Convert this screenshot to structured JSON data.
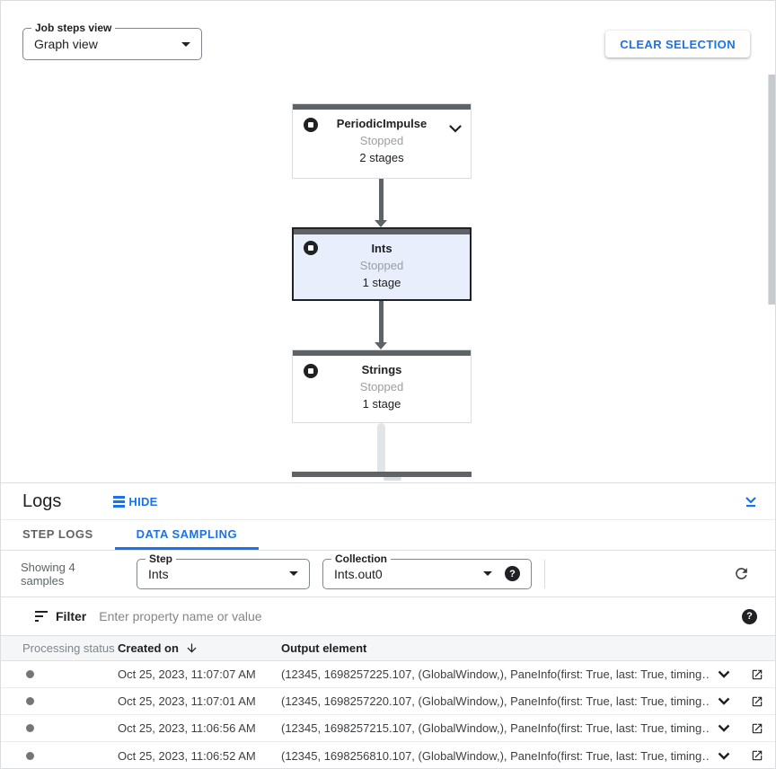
{
  "graph": {
    "view_select": {
      "label": "Job steps view",
      "value": "Graph view"
    },
    "clear_selection_label": "CLEAR SELECTION",
    "nodes": [
      {
        "title": "PeriodicImpulse",
        "status": "Stopped",
        "stages": "2 stages"
      },
      {
        "title": "Ints",
        "status": "Stopped",
        "stages": "1 stage"
      },
      {
        "title": "Strings",
        "status": "Stopped",
        "stages": "1 stage"
      }
    ]
  },
  "logs": {
    "title": "Logs",
    "hide_label": "HIDE",
    "tabs": {
      "step_logs": "STEP LOGS",
      "data_sampling": "DATA SAMPLING"
    },
    "toolbar": {
      "showing": "Showing 4 samples",
      "step_label": "Step",
      "step_value": "Ints",
      "collection_label": "Collection",
      "collection_value": "Ints.out0"
    },
    "filter": {
      "label": "Filter",
      "placeholder": "Enter property name or value"
    },
    "table": {
      "col_status": "Processing status",
      "col_created": "Created on",
      "col_output": "Output element",
      "rows": [
        {
          "created": "Oct 25, 2023, 11:07:07 AM",
          "output": "(12345, 1698257225.107, (GlobalWindow,), PaneInfo(first: True, last: True, timing…"
        },
        {
          "created": "Oct 25, 2023, 11:07:01 AM",
          "output": "(12345, 1698257220.107, (GlobalWindow,), PaneInfo(first: True, last: True, timing…"
        },
        {
          "created": "Oct 25, 2023, 11:06:56 AM",
          "output": "(12345, 1698257215.107, (GlobalWindow,), PaneInfo(first: True, last: True, timing…"
        },
        {
          "created": "Oct 25, 2023, 11:06:52 AM",
          "output": "(12345, 1698256810.107, (GlobalWindow,), PaneInfo(first: True, last: True, timing…"
        }
      ]
    }
  },
  "colors": {
    "accent": "#1a73e8",
    "node_bar": "#5f6368",
    "selected_node_bg": "#e8eefb",
    "status_text": "#9aa0a6",
    "border": "#dadce0"
  }
}
